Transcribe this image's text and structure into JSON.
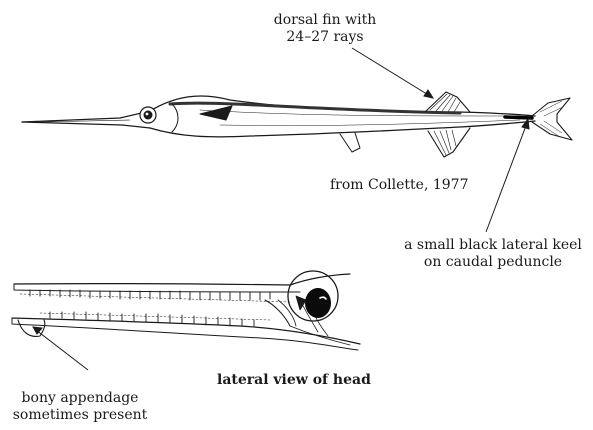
{
  "labels": {
    "dorsal_fin_line1": "dorsal fin with",
    "dorsal_fin_line2": "24–27 rays",
    "source": "from Collette, 1977",
    "keel_line1": "a small black lateral keel",
    "keel_line2": "on caudal peduncle",
    "head_view": "lateral view of head",
    "appendage_line1": "bony appendage",
    "appendage_line2": "sometimes present"
  }
}
